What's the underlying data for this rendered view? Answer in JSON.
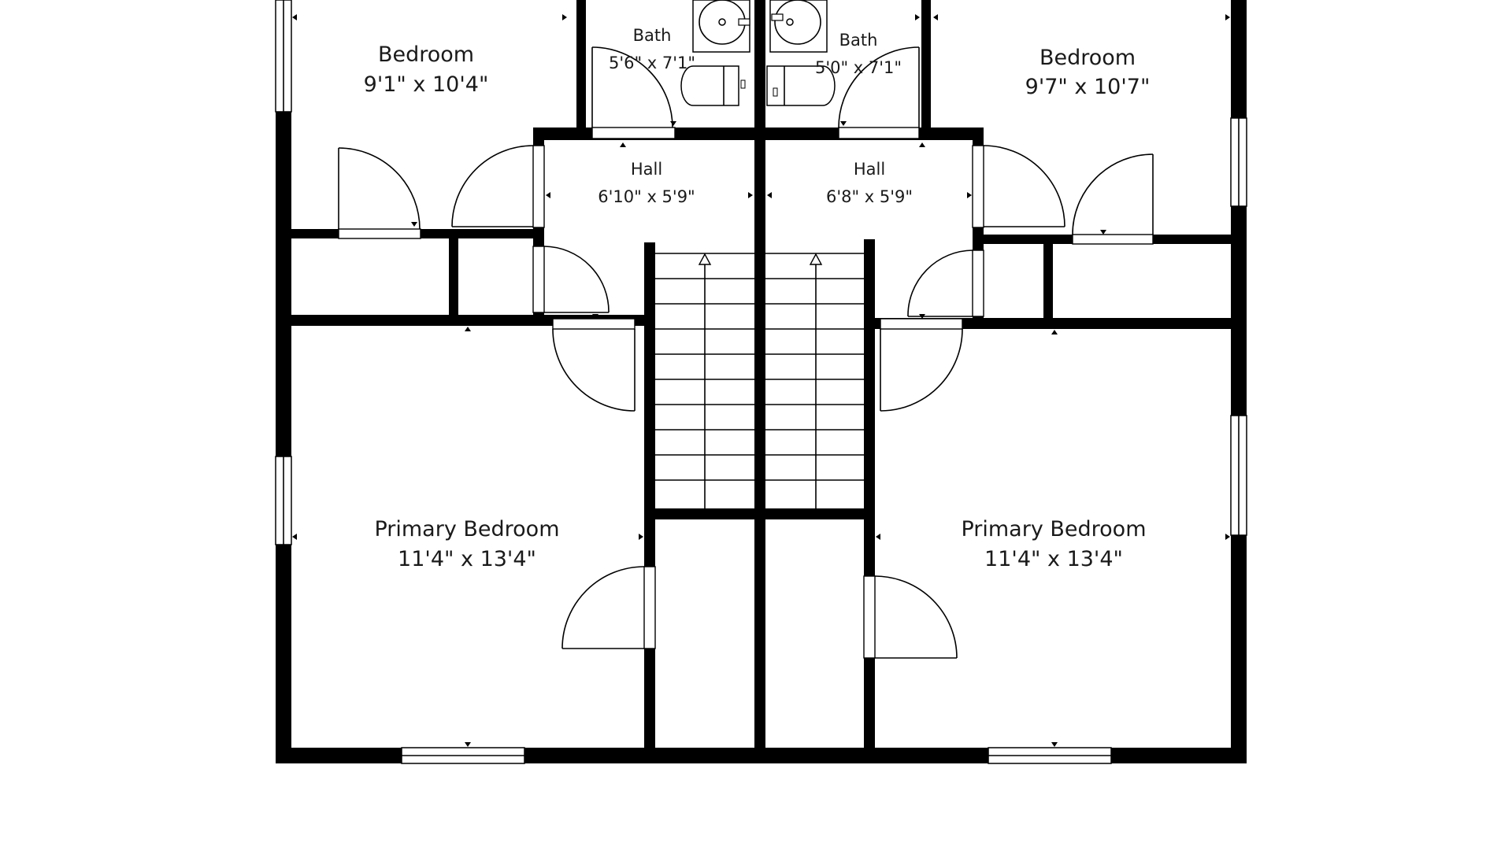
{
  "rooms": {
    "bedroom_left": {
      "name": "Bedroom",
      "dims": "9'1\" x 10'4\""
    },
    "bedroom_right": {
      "name": "Bedroom",
      "dims": "9'7\" x 10'7\""
    },
    "bath_left": {
      "name": "Bath",
      "dims": "5'6\" x 7'1\""
    },
    "bath_right": {
      "name": "Bath",
      "dims": "5'0\" x 7'1\""
    },
    "hall_left": {
      "name": "Hall",
      "dims": "6'10\" x 5'9\""
    },
    "hall_right": {
      "name": "Hall",
      "dims": "6'8\" x 5'9\""
    },
    "primary_left": {
      "name": "Primary Bedroom",
      "dims": "11'4\" x 13'4\""
    },
    "primary_right": {
      "name": "Primary Bedroom",
      "dims": "11'4\" x 13'4\""
    }
  },
  "colors": {
    "wall": "#000000",
    "background": "#ffffff",
    "text": "#1a1a1a"
  }
}
